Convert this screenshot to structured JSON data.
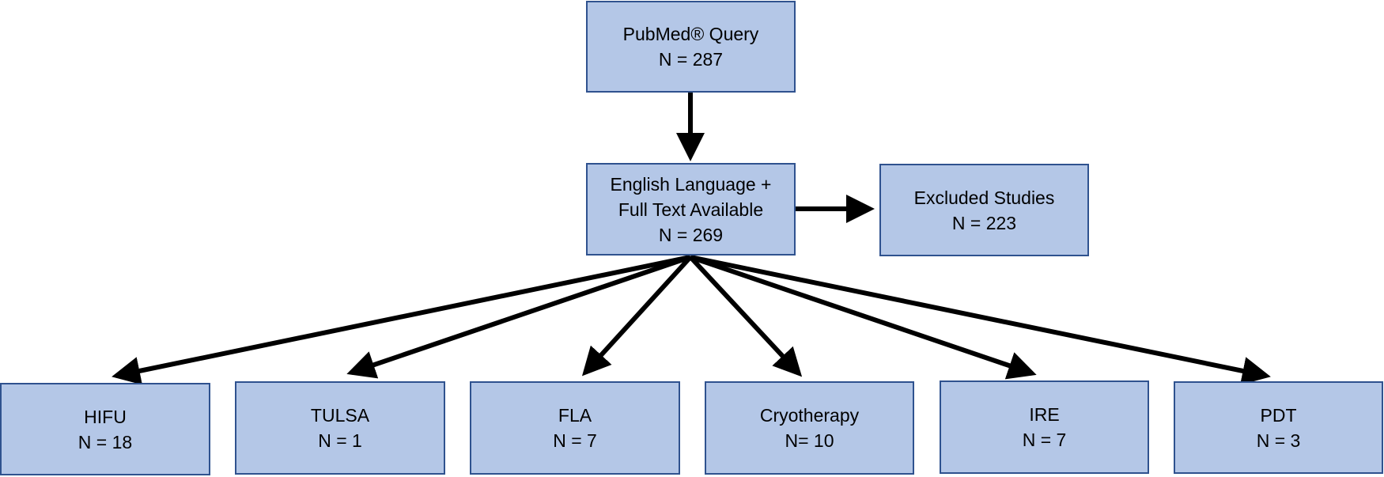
{
  "diagram": {
    "nodes": {
      "query": {
        "lines": [
          "PubMed® Query",
          "N =  287"
        ]
      },
      "screen": {
        "lines": [
          "English Language +",
          "Full Text Available",
          "N = 269"
        ]
      },
      "excluded": {
        "lines": [
          "Excluded Studies",
          "N = 223"
        ]
      },
      "hifu": {
        "lines": [
          "HIFU",
          "N = 18"
        ]
      },
      "tulsa": {
        "lines": [
          "TULSA",
          "N = 1"
        ]
      },
      "fla": {
        "lines": [
          "FLA",
          "N = 7"
        ]
      },
      "cryo": {
        "lines": [
          "Cryotherapy",
          "N= 10"
        ]
      },
      "ire": {
        "lines": [
          "IRE",
          "N = 7"
        ]
      },
      "pdt": {
        "lines": [
          "PDT",
          "N = 3"
        ]
      }
    },
    "edges": [
      {
        "from": "query",
        "to": "screen"
      },
      {
        "from": "screen",
        "to": "excluded"
      },
      {
        "from": "screen",
        "to": "hifu"
      },
      {
        "from": "screen",
        "to": "tulsa"
      },
      {
        "from": "screen",
        "to": "fla"
      },
      {
        "from": "screen",
        "to": "cryo"
      },
      {
        "from": "screen",
        "to": "ire"
      },
      {
        "from": "screen",
        "to": "pdt"
      }
    ],
    "colors": {
      "box_fill": "#b4c7e7",
      "box_border": "#2f528f",
      "arrow": "#000000",
      "text": "#000000"
    }
  }
}
